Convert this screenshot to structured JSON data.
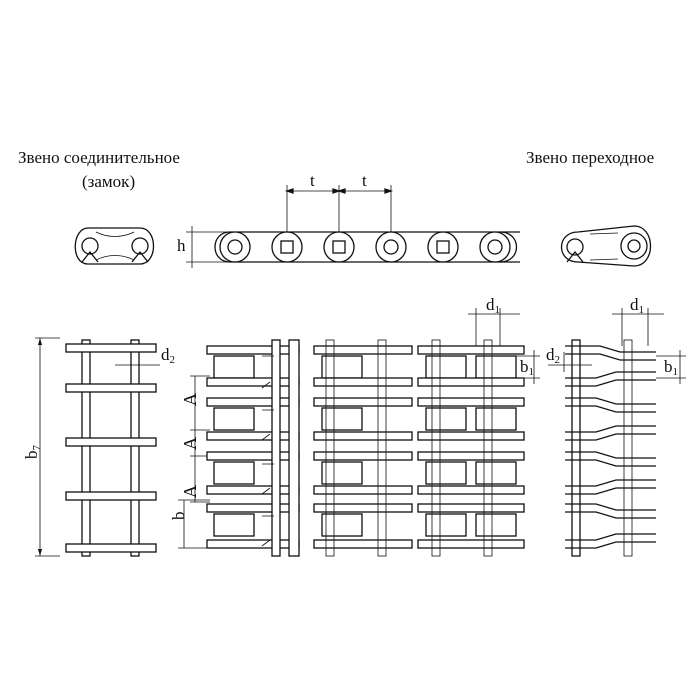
{
  "captions": {
    "connecting_link": "Звено соединительное",
    "connecting_link_note": "(замок)",
    "transition_link": "Звено переходное"
  },
  "dimensions": {
    "t": "t",
    "h": "h",
    "d1": "d",
    "d1_sub": "1",
    "d2": "d",
    "d2_sub": "2",
    "b1": "b",
    "b1_sub": "1",
    "b7": "b",
    "b7_sub": "7",
    "b": "b",
    "A": "A"
  }
}
